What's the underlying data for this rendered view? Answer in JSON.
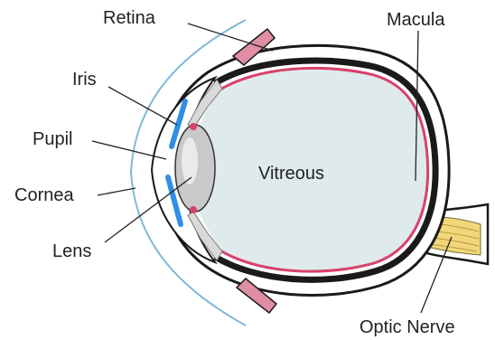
{
  "diagram": {
    "labels": {
      "retina": "Retina",
      "macula": "Macula",
      "iris": "Iris",
      "pupil": "Pupil",
      "cornea": "Cornea",
      "lens": "Lens",
      "vitreous": "Vitreous",
      "optic_nerve": "Optic Nerve"
    },
    "colors": {
      "sclera_outline": "#1a1a1a",
      "retina": "#d9416a",
      "choroid": "#1a1a1a",
      "vitreous": "#dfeaec",
      "cornea": "#7fb9d8",
      "iris": "#2f8fe8",
      "lens": "#c9c9c9",
      "ciliary_body": "#d9d9d9",
      "optic_nerve": "#f2d77a",
      "optic_vessels": "#d9416a",
      "label_text": "#222222"
    }
  }
}
